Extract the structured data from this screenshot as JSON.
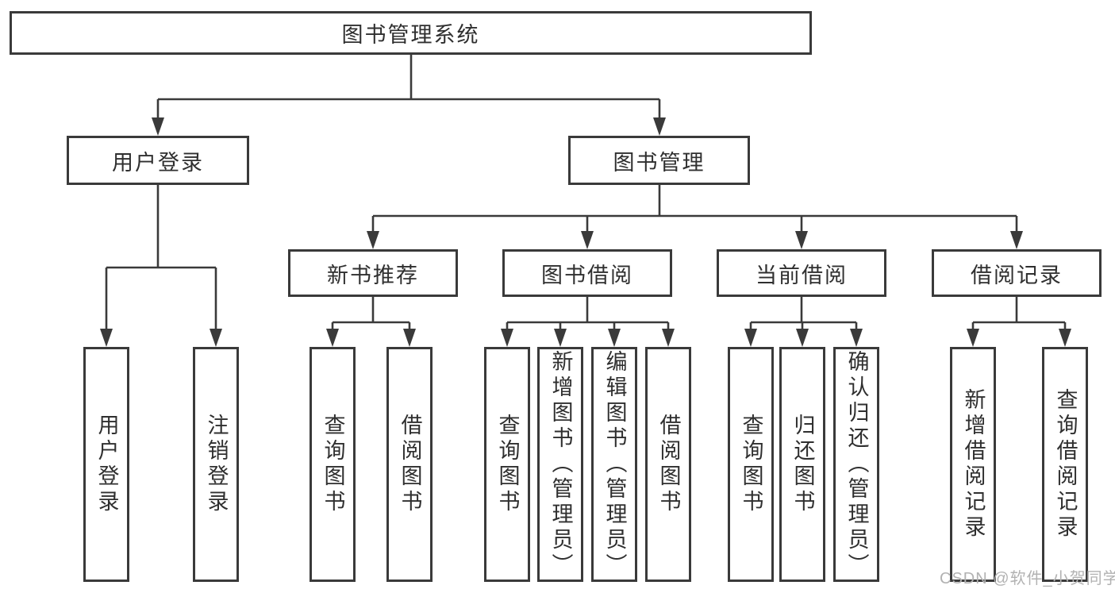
{
  "diagram": {
    "root": {
      "label": "图书管理系统"
    },
    "branches": [
      {
        "label": "用户登录",
        "children": [
          {
            "label": "用户登录"
          },
          {
            "label": "注销登录"
          }
        ]
      },
      {
        "label": "图书管理",
        "children": [
          {
            "label": "新书推荐",
            "children": [
              {
                "label": "查询图书"
              },
              {
                "label": "借阅图书"
              }
            ]
          },
          {
            "label": "图书借阅",
            "children": [
              {
                "label": "查询图书"
              },
              {
                "label": "新增图书（管理员）"
              },
              {
                "label": "编辑图书（管理员）"
              },
              {
                "label": "借阅图书"
              }
            ]
          },
          {
            "label": "当前借阅",
            "children": [
              {
                "label": "查询图书"
              },
              {
                "label": "归还图书"
              },
              {
                "label": "确认归还（管理员）"
              }
            ]
          },
          {
            "label": "借阅记录",
            "children": [
              {
                "label": "新增借阅记录"
              },
              {
                "label": "查询借阅记录"
              }
            ]
          }
        ]
      }
    ]
  },
  "watermark": {
    "text": "CSDN @软件_小贺同学"
  },
  "colors": {
    "line": "#3a3a3a",
    "box_border": "#3a3a3a",
    "text": "#2f2f2f",
    "watermark": "#b2b2b2",
    "background": "#ffffff"
  }
}
